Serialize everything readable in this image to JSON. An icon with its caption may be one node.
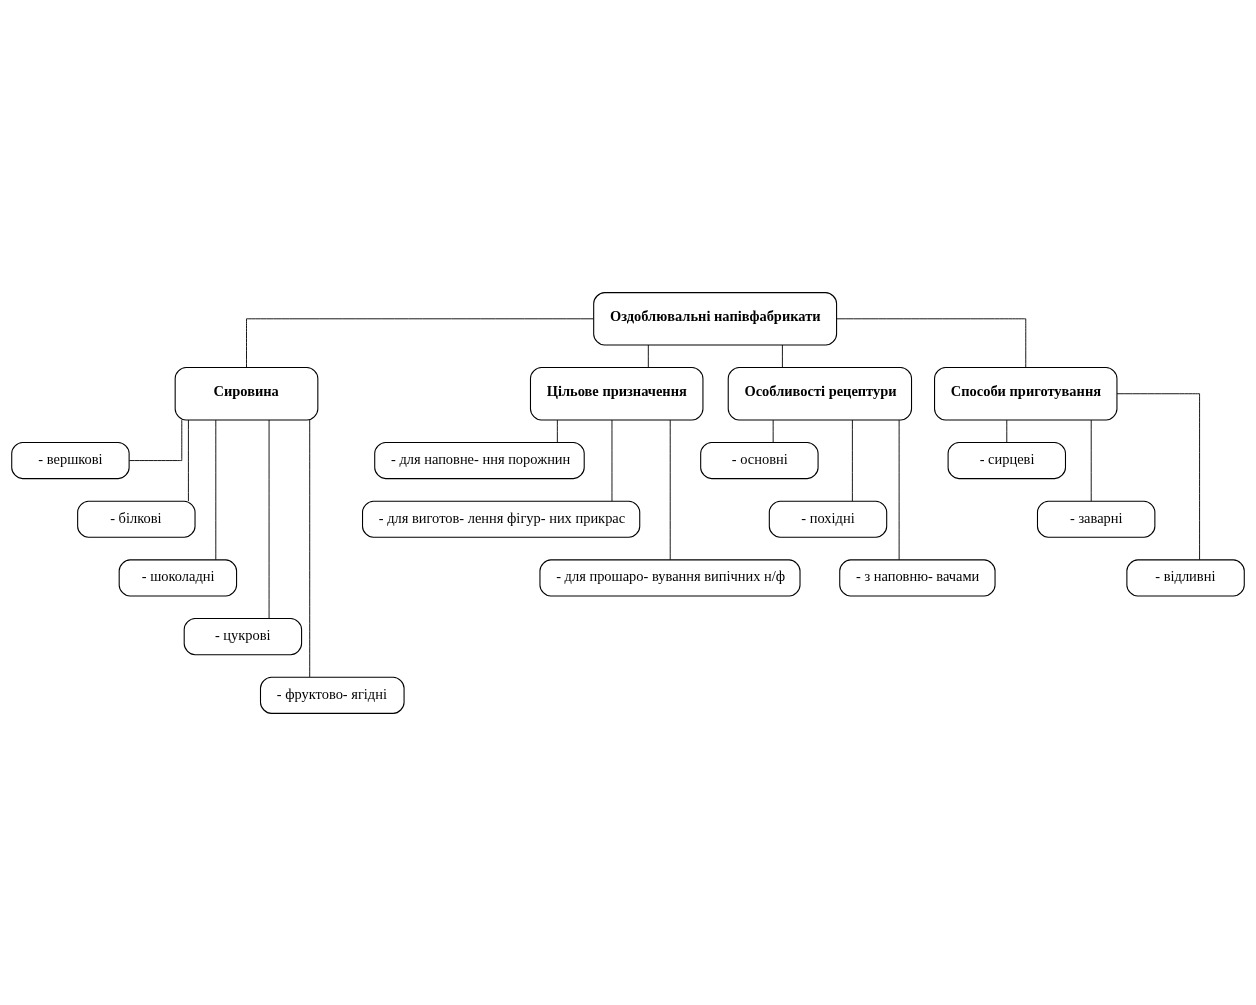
{
  "diagram": {
    "nodes": [
      {
        "text": [
          "Оздоблювальні напівфабрикати"
        ]
      },
      {
        "text": [
          "Сировина"
        ]
      },
      {
        "text": [
          "Цільове призначення"
        ]
      },
      {
        "text": [
          "Особливості рецептури"
        ]
      },
      {
        "text": [
          "Способи приготування"
        ]
      },
      {
        "text": [
          "- вершкові"
        ]
      },
      {
        "text": [
          "- білкові"
        ]
      },
      {
        "text": [
          "- шоколадні"
        ]
      },
      {
        "text": [
          "- цукрові"
        ]
      },
      {
        "text": [
          "- фруктово- ягідні"
        ]
      },
      {
        "text": [
          "- для наповне- ння порожнин"
        ]
      },
      {
        "text": [
          "- для виготов- лення фігур- них прикрас"
        ]
      },
      {
        "text": [
          "- для прошаро- вування випічних н/ф"
        ]
      },
      {
        "text": [
          "- основні"
        ]
      },
      {
        "text": [
          "- похідні"
        ]
      },
      {
        "text": [
          "- з наповню- вачами"
        ]
      },
      {
        "text": [
          "- сирцеві"
        ]
      },
      {
        "text": [
          "- заварні"
        ]
      },
      {
        "text": [
          "- відливні"
        ]
      }
    ],
    "edges": [
      {
        "from": 0,
        "to": 1,
        "arrow": "none"
      },
      {
        "from": 0,
        "to": 2,
        "arrow": "none"
      },
      {
        "from": 0,
        "to": 3,
        "arrow": "none"
      },
      {
        "from": 0,
        "to": 4,
        "arrow": "none"
      },
      {
        "from": 1,
        "to": 5,
        "arrow": "none"
      },
      {
        "from": 1,
        "to": 6,
        "arrow": "none"
      },
      {
        "from": 1,
        "to": 7,
        "arrow": "none"
      },
      {
        "from": 1,
        "to": 8,
        "arrow": "none"
      },
      {
        "from": 1,
        "to": 9,
        "arrow": "none"
      },
      {
        "from": 2,
        "to": 10,
        "arrow": "none"
      },
      {
        "from": 2,
        "to": 11,
        "arrow": "none"
      },
      {
        "from": 2,
        "to": 12,
        "arrow": "none"
      },
      {
        "from": 3,
        "to": 13,
        "arrow": "none"
      },
      {
        "from": 3,
        "to": 14,
        "arrow": "none"
      },
      {
        "from": 3,
        "to": 15,
        "arrow": "none"
      },
      {
        "from": 4,
        "to": 16,
        "arrow": "none"
      },
      {
        "from": 4,
        "to": 17,
        "arrow": "none"
      },
      {
        "from": 4,
        "to": 18,
        "arrow": "none"
      }
    ]
  }
}
